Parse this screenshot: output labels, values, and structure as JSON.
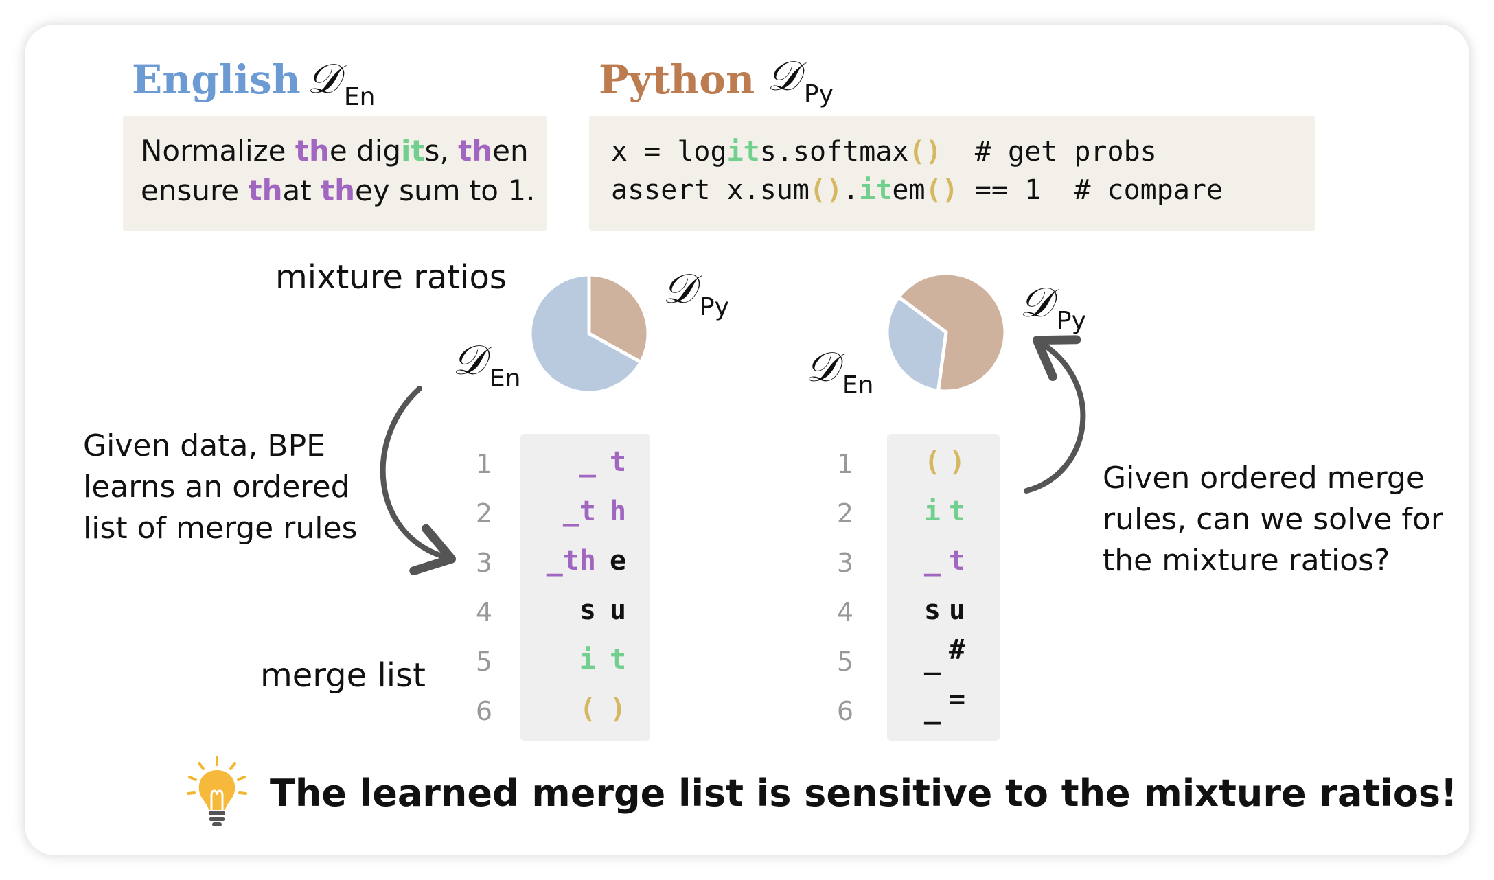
{
  "colors": {
    "purple": "#a066c0",
    "green": "#72cf8e",
    "gold": "#d6b862",
    "black": "#111111",
    "en": "#6b9bd2",
    "py": "#bd7c50",
    "pie_en": "#b9cadf",
    "pie_py": "#cfb29d",
    "arrow": "#555555"
  },
  "english": {
    "title": "English",
    "dsym": "𝒟",
    "sub": "En",
    "lines": [
      [
        {
          "t": "Normalize ",
          "c": "black"
        },
        {
          "t": "th",
          "c": "purple"
        },
        {
          "t": "e dig",
          "c": "black"
        },
        {
          "t": "it",
          "c": "green"
        },
        {
          "t": "s, ",
          "c": "black"
        },
        {
          "t": "th",
          "c": "purple"
        },
        {
          "t": "en",
          "c": "black"
        }
      ],
      [
        {
          "t": "ensure ",
          "c": "black"
        },
        {
          "t": "th",
          "c": "purple"
        },
        {
          "t": "at ",
          "c": "black"
        },
        {
          "t": "th",
          "c": "purple"
        },
        {
          "t": "ey sum to 1.",
          "c": "black"
        }
      ]
    ]
  },
  "python": {
    "title": "Python",
    "dsym": "𝒟",
    "sub": "Py",
    "lines": [
      [
        {
          "t": "x = log",
          "c": "black"
        },
        {
          "t": "it",
          "c": "green"
        },
        {
          "t": "s.softmax",
          "c": "black"
        },
        {
          "t": "()",
          "c": "gold"
        },
        {
          "t": "  # get probs",
          "c": "black"
        }
      ],
      [
        {
          "t": "assert x.sum",
          "c": "black"
        },
        {
          "t": "()",
          "c": "gold"
        },
        {
          "t": ".",
          "c": "black"
        },
        {
          "t": "it",
          "c": "green"
        },
        {
          "t": "em",
          "c": "black"
        },
        {
          "t": "()",
          "c": "gold"
        },
        {
          "t": " == 1  # compare",
          "c": "black"
        }
      ]
    ]
  },
  "mixture_label": "mixture ratios",
  "merge_label": "merge list",
  "pies": [
    {
      "en": 0.67,
      "py": 0.33,
      "en_label": "En",
      "py_label": "Py",
      "dsym": "𝒟"
    },
    {
      "en": 0.33,
      "py": 0.67,
      "en_label": "En",
      "py_label": "Py",
      "dsym": "𝒟"
    }
  ],
  "left_text": [
    "Given data, BPE",
    "learns an ordered",
    "list of merge rules"
  ],
  "right_text": [
    "Given ordered merge",
    "rules, can we solve for",
    "the mixture ratios?"
  ],
  "merge_lists": [
    {
      "rows": [
        {
          "n": "1",
          "a": "_",
          "ac": "purple",
          "b": "t",
          "bc": "purple"
        },
        {
          "n": "2",
          "a": "_t",
          "ac": "purple",
          "b": "h",
          "bc": "purple"
        },
        {
          "n": "3",
          "a": "_th",
          "ac": "purple",
          "b": "e",
          "bc": "black"
        },
        {
          "n": "4",
          "a": "s",
          "ac": "black",
          "b": "u",
          "bc": "black"
        },
        {
          "n": "5",
          "a": "i",
          "ac": "green",
          "b": "t",
          "bc": "green"
        },
        {
          "n": "6",
          "a": "(",
          "ac": "gold",
          "b": ")",
          "bc": "gold"
        }
      ]
    },
    {
      "rows": [
        {
          "n": "1",
          "a": "(",
          "ac": "gold",
          "b": ")",
          "bc": "gold"
        },
        {
          "n": "2",
          "a": "i",
          "ac": "green",
          "b": "t",
          "bc": "green"
        },
        {
          "n": "3",
          "a": "_",
          "ac": "purple",
          "b": "t",
          "bc": "purple"
        },
        {
          "n": "4",
          "a": "s",
          "ac": "black",
          "b": "u",
          "bc": "black"
        },
        {
          "n": "5",
          "a": "_",
          "ac": "black",
          "b": "#",
          "bc": "black"
        },
        {
          "n": "6",
          "a": "_",
          "ac": "black",
          "b": "=",
          "bc": "black"
        }
      ]
    }
  ],
  "takeaway": "The learned merge list is sensitive to the mixture ratios!",
  "icons": {
    "bulb": "lightbulb-icon"
  }
}
